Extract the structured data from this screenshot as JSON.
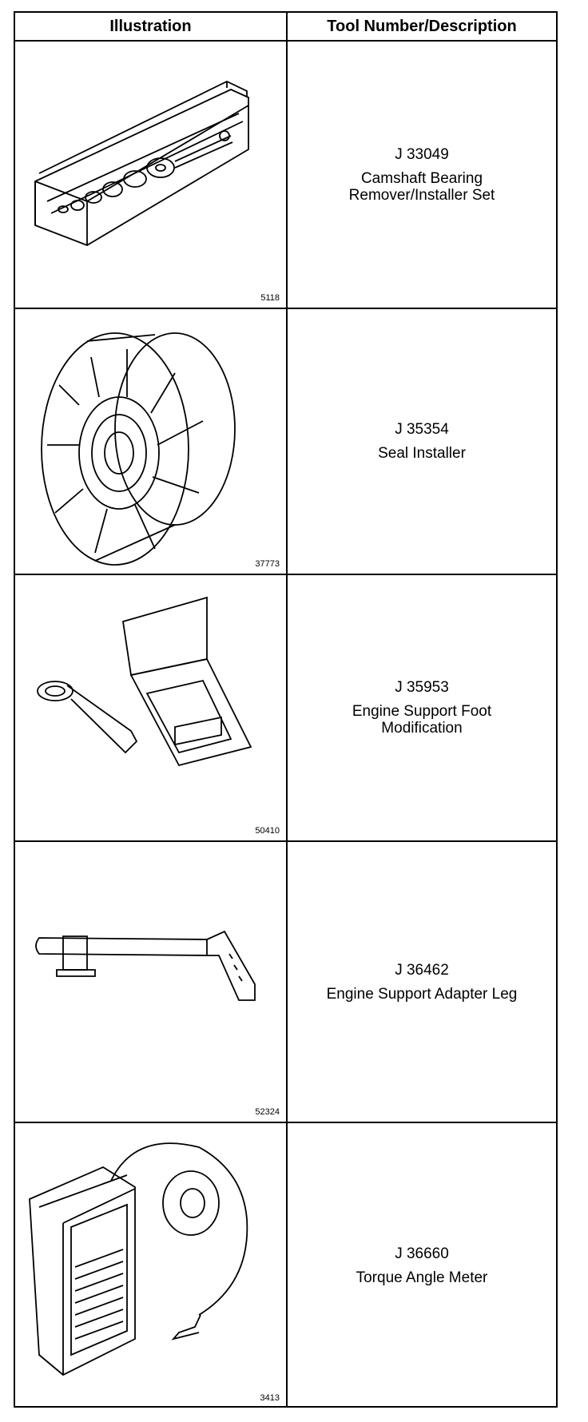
{
  "header": {
    "illustration": "Illustration",
    "tool": "Tool Number/Description"
  },
  "rows": [
    {
      "number": "J 33049",
      "description": "Camshaft Bearing\nRemover/Installer Set",
      "figure": "5118",
      "icon": "camshaft-bearing-set-icon"
    },
    {
      "number": "J 35354",
      "description": "Seal Installer",
      "figure": "37773",
      "icon": "seal-installer-icon"
    },
    {
      "number": "J 35953",
      "description": "Engine Support Foot\nModification",
      "figure": "50410",
      "icon": "engine-support-foot-icon"
    },
    {
      "number": "J 36462",
      "description": "Engine Support Adapter Leg",
      "figure": "52324",
      "icon": "adapter-leg-icon"
    },
    {
      "number": "J 36660",
      "description": "Torque Angle Meter",
      "figure": "3413",
      "icon": "torque-angle-meter-icon"
    }
  ]
}
